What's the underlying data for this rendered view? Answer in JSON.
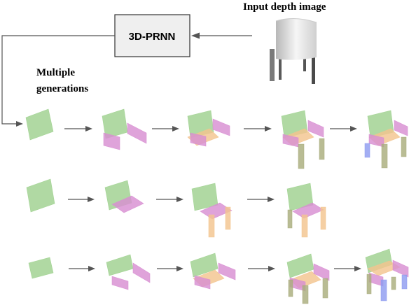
{
  "labels": {
    "input": "Input depth image",
    "model": "3D-PRNN",
    "multiple_line1": "Multiple",
    "multiple_line2": "generations"
  },
  "colors": {
    "seat_primitive": "#f3c48f",
    "back_primitive": "#9fd18f",
    "arm_primitive": "#d88fd2",
    "leg_primitive": "#a9ad7d",
    "extra_leg_primitive": "#8f9cf0",
    "model_box_fill": "#efefef",
    "arrow": "#555555"
  }
}
